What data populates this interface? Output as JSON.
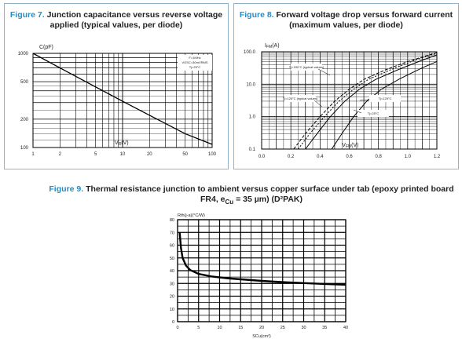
{
  "titles": {
    "fig7_label": "Figure 7.",
    "fig7_line1": "Junction capacitance versus reverse voltage",
    "fig7_line2": "applied (typical values, per diode)",
    "fig8_label": "Figure 8.",
    "fig8_line1": "Forward voltage drop versus forward current",
    "fig8_line2": "(maximum values, per diode)",
    "fig9_label": "Figure 9.",
    "fig9_line1": "Thermal resistance junction to ambient versus copper surface under tab (epoxy printed board",
    "fig9_line2a": "FR4, e",
    "fig9_line2sub": "Cu",
    "fig9_line2b": " = 35 µm) (D²PAK)"
  },
  "chart_data": [
    {
      "type": "line",
      "id": "fig7",
      "ylabel": "C(pF)",
      "xlabel": "VR(V)",
      "xscale": "log",
      "yscale": "log",
      "xlim": [
        1,
        100
      ],
      "ylim": [
        100,
        1000
      ],
      "xticks": [
        1,
        2,
        5,
        10,
        20,
        50,
        100
      ],
      "yticks": [
        100,
        200,
        500,
        1000
      ],
      "annotations": [
        "F=1MHz",
        "VOSC=30mVRMS",
        "Tj=25°C"
      ],
      "series": [
        {
          "x": [
            1,
            2,
            5,
            10,
            20,
            50,
            100
          ],
          "y": [
            1000,
            700,
            440,
            310,
            220,
            140,
            108
          ]
        }
      ],
      "grid": true
    },
    {
      "type": "line",
      "id": "fig8",
      "ylabel": "IFM(A)",
      "xlabel": "VFM(V)",
      "yscale": "log",
      "xlim": [
        0,
        1.2
      ],
      "ylim": [
        0.1,
        100
      ],
      "xticks": [
        "0.0",
        "0.2",
        "0.4",
        "0.6",
        "0.8",
        "1.0",
        "1.2"
      ],
      "yticks": [
        "0.1",
        "1.0",
        "10.0",
        "100.0"
      ],
      "annotations": [
        "Tj=150°C (typical values)",
        "Tj=125°C (typical values)",
        "Tj=125°C",
        "Tj=25°C"
      ],
      "series": [
        {
          "name": "Tj=150°C (typical values)",
          "dash": true,
          "x": [
            0.22,
            0.3,
            0.4,
            0.5,
            0.6,
            0.7,
            0.85,
            1.0,
            1.2
          ],
          "y": [
            0.1,
            0.3,
            1.0,
            3.0,
            7.0,
            14,
            28,
            50,
            95
          ]
        },
        {
          "name": "Tj=125°C (typical values)",
          "dash": true,
          "x": [
            0.25,
            0.33,
            0.43,
            0.53,
            0.63,
            0.73,
            0.9,
            1.05,
            1.2
          ],
          "y": [
            0.1,
            0.3,
            1.0,
            3.0,
            7.0,
            14,
            30,
            55,
            90
          ]
        },
        {
          "name": "Tj=125°C",
          "dash": false,
          "x": [
            0.3,
            0.38,
            0.47,
            0.57,
            0.67,
            0.78,
            0.95,
            1.1,
            1.2
          ],
          "y": [
            0.1,
            0.3,
            1.0,
            3.0,
            7.0,
            14,
            30,
            55,
            80
          ]
        },
        {
          "name": "Tj=25°C",
          "dash": false,
          "x": [
            0.48,
            0.55,
            0.63,
            0.72,
            0.82,
            0.95,
            1.1,
            1.2
          ],
          "y": [
            0.1,
            0.3,
            1.0,
            3.0,
            7.0,
            15,
            32,
            50
          ]
        }
      ],
      "grid": true
    },
    {
      "type": "line",
      "id": "fig9",
      "ylabel": "Rth(j-a)(°C/W)",
      "xlabel": "SCu(cm²)",
      "xlim": [
        0,
        40
      ],
      "ylim": [
        0,
        80
      ],
      "xticks": [
        0,
        5,
        10,
        15,
        20,
        25,
        30,
        35,
        40
      ],
      "yticks": [
        0,
        10,
        20,
        30,
        40,
        50,
        60,
        70,
        80
      ],
      "series": [
        {
          "x": [
            0.5,
            0.8,
            1.2,
            2,
            3,
            5,
            8,
            12,
            16,
            20,
            25,
            30,
            35,
            40
          ],
          "y": [
            70,
            58,
            50,
            44,
            40.5,
            37.5,
            35.5,
            34,
            33,
            32,
            31,
            30.3,
            29.6,
            29
          ]
        }
      ],
      "grid": true
    }
  ]
}
